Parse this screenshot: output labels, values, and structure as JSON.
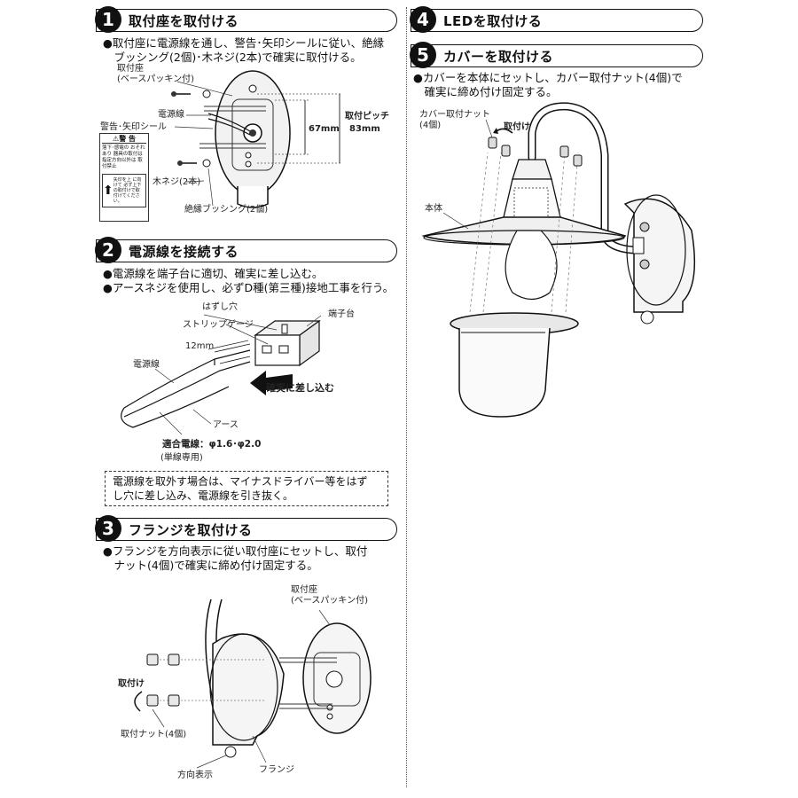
{
  "sections": [
    {
      "num": "1",
      "title": "取付座を取付ける"
    },
    {
      "num": "2",
      "title": "電源線を接続する"
    },
    {
      "num": "3",
      "title": "フランジを取付ける"
    },
    {
      "num": "4",
      "title": "LEDを取付ける"
    },
    {
      "num": "5",
      "title": "カバーを取付ける"
    }
  ],
  "s1": {
    "text_line1": "●取付座に電源線を通し、警告･矢印シールに従い、絶縁",
    "text_line2": "　ブッシング(2個)･木ネジ(2本)で確実に取付ける。",
    "label_base_1": "取付座",
    "label_base_2": "(ベースパッキン付)",
    "label_wire": "電源線",
    "label_seal": "警告･矢印シール",
    "label_pitch": "取付ピッチ",
    "label_83": "83mm",
    "label_67": "67mm",
    "label_screw": "木ネジ(2本)",
    "label_bushing": "絶縁ブッシング(2個)",
    "warn_title": "⚠警 告",
    "warn_body": "落下･感電の おそれあり 器具の取付は 指定方向以外は 取付禁止",
    "warn_inner": "矢印を上 に向けて 必ず上下 の取付けで取 付けてください。"
  },
  "s2": {
    "text_line1": "●電源線を端子台に適切、確実に差し込む。",
    "text_line2": "●アースネジを使用し、必ずD種(第三種)接地工事を行う。",
    "label_hazushi": "はずし穴",
    "label_strip": "ストリップゲージ",
    "label_terminal": "端子台",
    "label_12mm": "12mm",
    "label_wire": "電源線",
    "label_insert": "確実に差し込む",
    "label_earth": "アース",
    "label_fit_wire": "適合電線：φ1.6･φ2.0",
    "label_single": "(単線専用)",
    "note_line1": "電源線を取外す場合は、マイナスドライバー等をはず",
    "note_line2": "し穴に差し込み、電源線を引き抜く。"
  },
  "s3": {
    "text_line1": "●フランジを方向表示に従い取付座にセットし、取付",
    "text_line2": "　ナット(4個)で確実に締め付け固定する。",
    "label_base_1": "取付座",
    "label_base_2": "(ベースパッキン付)",
    "label_attach": "取付け",
    "label_nut": "取付ナット(4個)",
    "label_direction": "方向表示",
    "label_flange": "フランジ"
  },
  "s5": {
    "text_line1": "●カバーを本体にセットし、カバー取付ナット(4個)で",
    "text_line2": "　確実に締め付け固定する。",
    "label_cover_nut_1": "カバー取付ナット",
    "label_cover_nut_2": "(4個)",
    "label_attach": "取付け",
    "label_body": "本体"
  },
  "colors": {
    "ink": "#111111",
    "line": "#333333",
    "fill_light": "#f2f2f2"
  }
}
